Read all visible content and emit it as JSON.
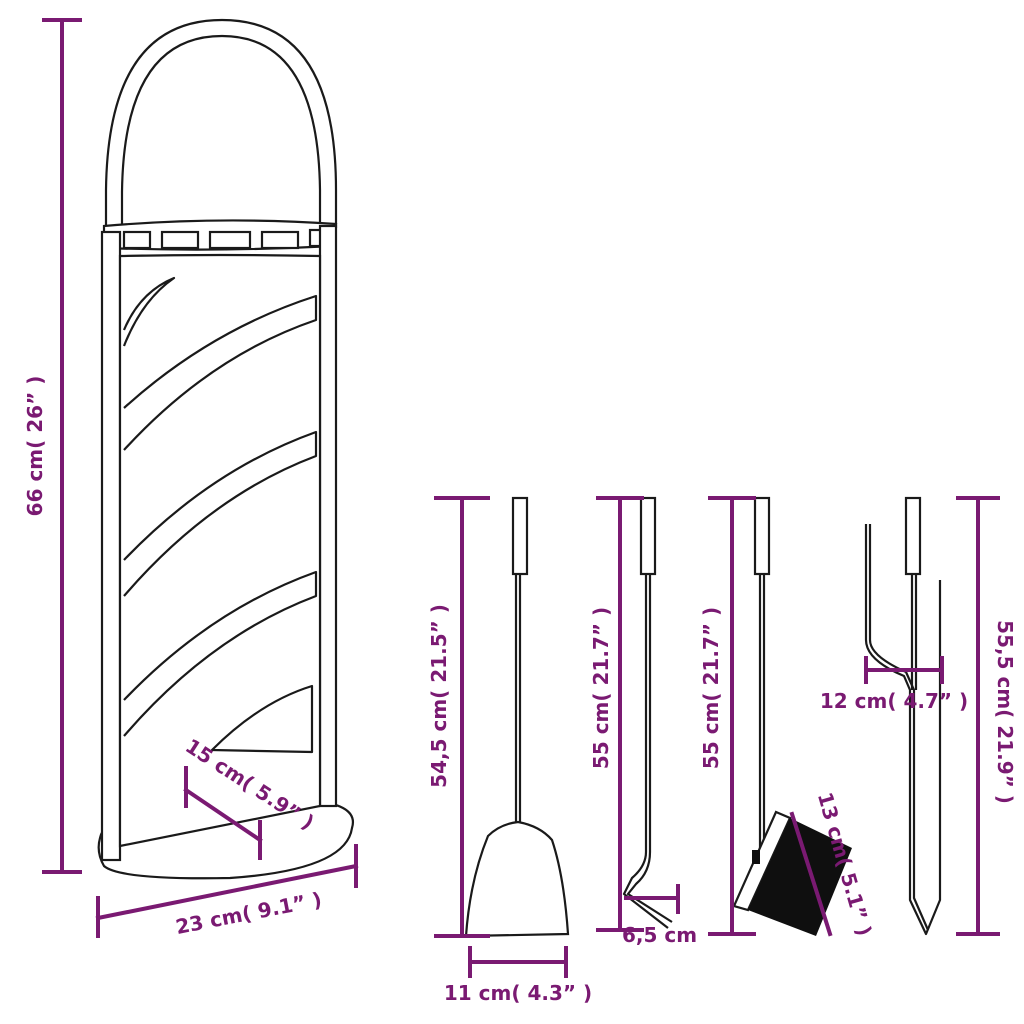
{
  "colors": {
    "dimension": "#7a1a72",
    "outline": "#1a1a1a",
    "brush": "#0f0f0f",
    "background": "#ffffff"
  },
  "dimensions": {
    "stand_height": "66 cm( 26” )",
    "stand_depth": "15 cm( 5.9” )",
    "stand_width": "23 cm( 9.1” )",
    "shovel_length": "54,5 cm( 21.5” )",
    "shovel_width": "11 cm( 4.3” )",
    "poker_length": "55 cm( 21.7” )",
    "poker_hook": "6,5 cm",
    "brush_length": "55 cm( 21.7” )",
    "brush_width": "13 cm( 5.1” )",
    "tongs_length": "55,5 cm( 21.9” )",
    "tongs_width": "12 cm( 4.7” )"
  }
}
